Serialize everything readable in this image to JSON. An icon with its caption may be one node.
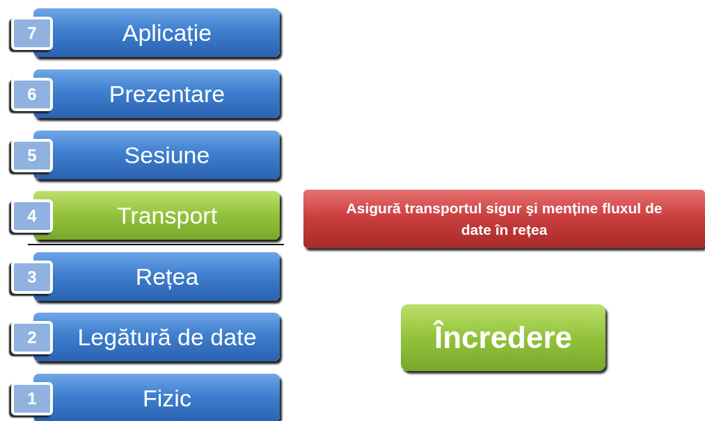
{
  "diagram": {
    "nodes": [
      {
        "text": [
          "7"
        ]
      },
      {
        "text": [
          "Aplicație"
        ]
      },
      {
        "text": [
          "6"
        ]
      },
      {
        "text": [
          "Prezentare"
        ]
      },
      {
        "text": [
          "5"
        ]
      },
      {
        "text": [
          "Sesiune"
        ]
      },
      {
        "text": [
          "4"
        ]
      },
      {
        "text": [
          "Transport"
        ]
      },
      {
        "text": [
          "Asigură transportul sigur şi menține fluxul de date în rețea"
        ]
      },
      {
        "text": [
          "3"
        ]
      },
      {
        "text": [
          "Rețea"
        ]
      },
      {
        "text": [
          "2"
        ]
      },
      {
        "text": [
          "Legătură de date"
        ]
      },
      {
        "text": [
          "Încredere"
        ]
      },
      {
        "text": [
          "1"
        ]
      },
      {
        "text": [
          "Fizic"
        ]
      }
    ]
  }
}
